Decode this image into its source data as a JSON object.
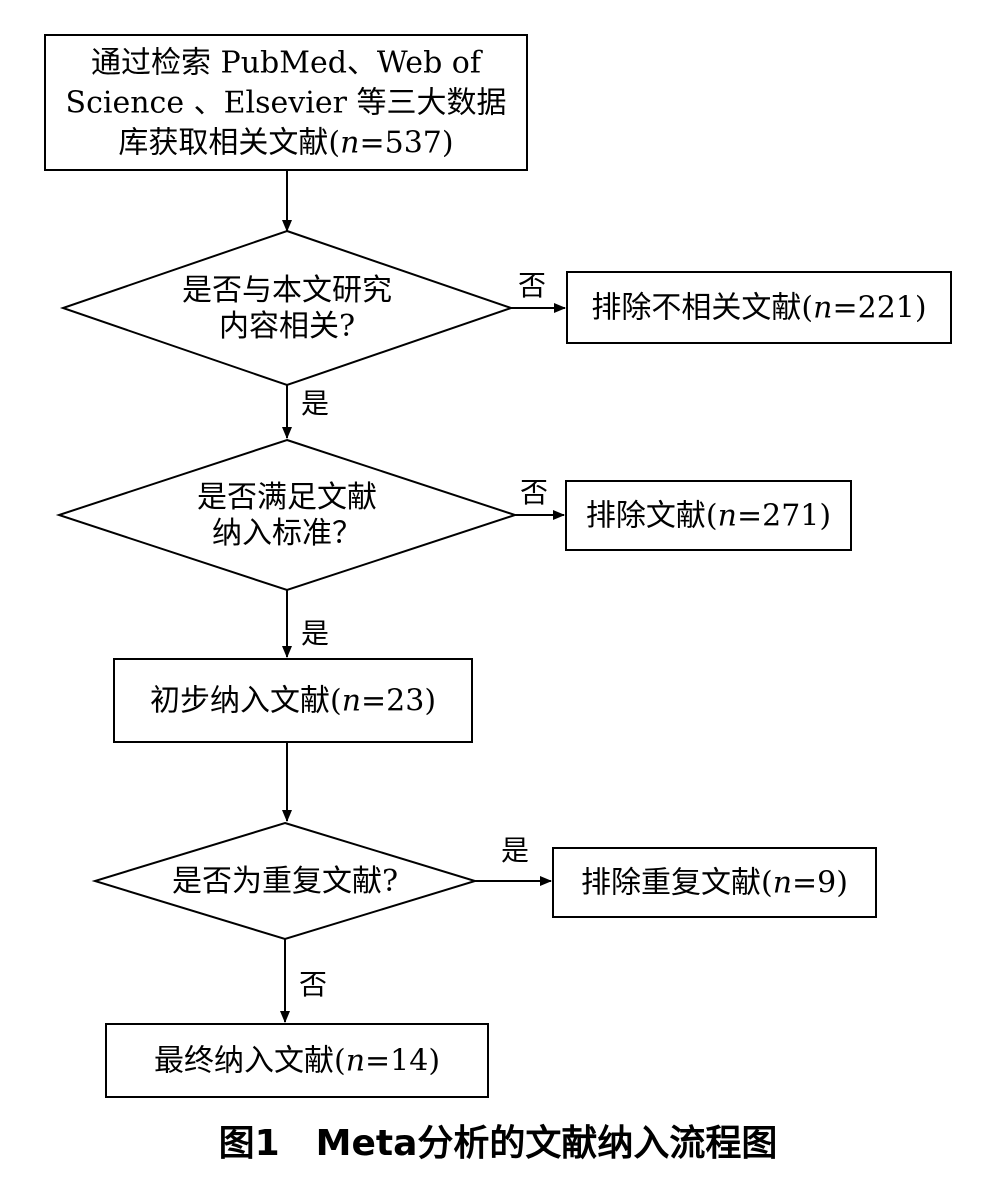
{
  "diagram": {
    "nodes": {
      "search": {
        "lines": [
          [
            "通过检索 PubMed、Web of"
          ],
          [
            "Science 、Elsevier 等三大数据"
          ],
          [
            "库获取相关文献(",
            "n",
            "=537)"
          ]
        ]
      },
      "q_relevant": {
        "lines": [
          [
            "是否与本文研究"
          ],
          [
            "内容相关?"
          ]
        ]
      },
      "excl_irrelevant": {
        "lines": [
          [
            "排除不相关文献(",
            "n",
            "=221)"
          ]
        ]
      },
      "q_criteria": {
        "lines": [
          [
            "是否满足文献"
          ],
          [
            "纳入标准？"
          ]
        ]
      },
      "excl_criteria": {
        "lines": [
          [
            "排除文献(",
            "n",
            "=271)"
          ]
        ]
      },
      "initial": {
        "lines": [
          [
            "初步纳入文献(",
            "n",
            "=23)"
          ]
        ]
      },
      "q_duplicate": {
        "lines": [
          [
            "是否为重复文献?"
          ]
        ]
      },
      "excl_duplicate": {
        "lines": [
          [
            "排除重复文献(",
            "n",
            "=9)"
          ]
        ]
      },
      "final": {
        "lines": [
          [
            "最终纳入文献(",
            "n",
            "=14)"
          ]
        ]
      }
    },
    "edges": [
      {
        "from": "search",
        "to": "q_relevant",
        "label": ""
      },
      {
        "from": "q_relevant",
        "to": "excl_irrelevant",
        "label": "否"
      },
      {
        "from": "q_relevant",
        "to": "q_criteria",
        "label": "是"
      },
      {
        "from": "q_criteria",
        "to": "excl_criteria",
        "label": "否"
      },
      {
        "from": "q_criteria",
        "to": "initial",
        "label": "是"
      },
      {
        "from": "initial",
        "to": "q_duplicate",
        "label": ""
      },
      {
        "from": "q_duplicate",
        "to": "excl_duplicate",
        "label": "是"
      },
      {
        "from": "q_duplicate",
        "to": "final",
        "label": "否"
      }
    ]
  },
  "caption": "图1　Meta分析的文献纳入流程图"
}
